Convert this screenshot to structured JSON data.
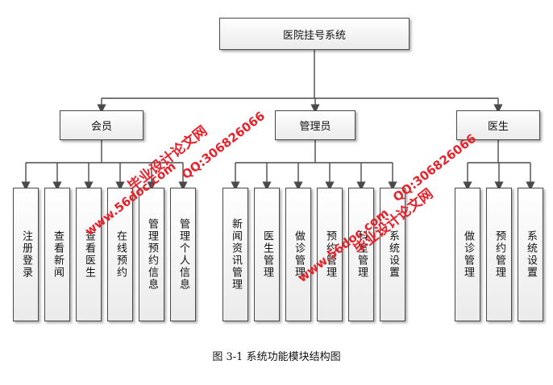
{
  "root": {
    "label": "医院挂号系统"
  },
  "groups": [
    {
      "label": "会员",
      "children": [
        "注册登录",
        "查看新闻",
        "查看医生",
        "在线预约",
        "管理预约信息",
        "管理个人信息"
      ]
    },
    {
      "label": "管理员",
      "children": [
        "新闻资讯管理",
        "医生管理",
        "做诊管理",
        "预约管理",
        "科室管理",
        "系统设置"
      ]
    },
    {
      "label": "医生",
      "children": [
        "做诊管理",
        "预约管理",
        "系统设置"
      ]
    }
  ],
  "caption": "图 3-1  系统功能模块结构图",
  "watermarks": {
    "site": "www.56doc.com",
    "qq": "QQ:306826066",
    "brand": "毕业设计论文网"
  },
  "colors": {
    "line": "#4a4a4a",
    "watermark": "#e8212a"
  }
}
